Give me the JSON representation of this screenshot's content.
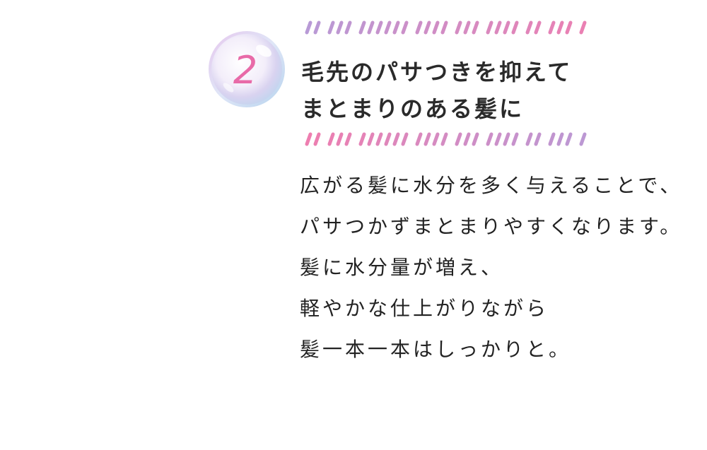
{
  "step": {
    "number": "2",
    "number_color": "#e86aa8"
  },
  "heading": {
    "lines": [
      "毛先のパサつきを抑えて",
      "まとまりのある髪に"
    ]
  },
  "body": {
    "lines": [
      "広がる髪に水分を多く与えることで、",
      "パサつかずまとまりやすくなります。",
      "髪に水分量が増え、",
      "軽やかな仕上がりながら",
      "髪一本一本はしっかりと。"
    ]
  },
  "colors": {
    "accent_purple": "#b89ad6",
    "accent_pink": "#ee7eb0",
    "text": "#222222"
  }
}
